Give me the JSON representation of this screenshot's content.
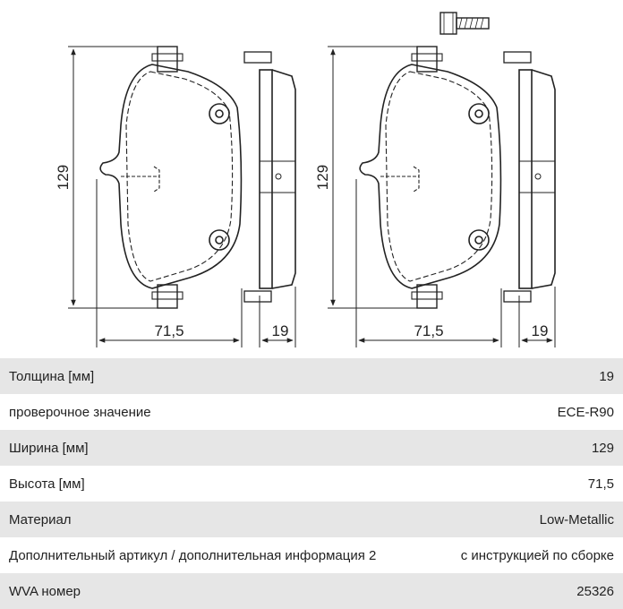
{
  "drawing": {
    "dim_height_left": "129",
    "dim_width_left": "71,5",
    "dim_thickness_left": "19",
    "dim_height_right": "129",
    "dim_width_right": "71,5",
    "dim_thickness_right": "19"
  },
  "specs": [
    {
      "label": "Толщина [мм]",
      "value": "19"
    },
    {
      "label": "проверочное значение",
      "value": "ECE-R90"
    },
    {
      "label": "Ширина [мм]",
      "value": "129"
    },
    {
      "label": "Высота [мм]",
      "value": "71,5"
    },
    {
      "label": "Материал",
      "value": "Low-Metallic"
    },
    {
      "label": "Дополнительный артикул / дополнительная информация 2",
      "value": "с инструкцией по сборке"
    },
    {
      "label": "WVA номер",
      "value": "25326"
    }
  ]
}
